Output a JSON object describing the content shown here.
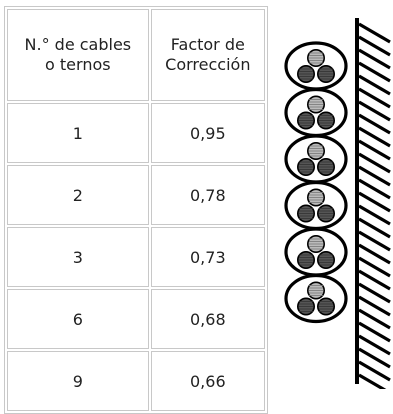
{
  "table": {
    "headers": [
      "N.° de cables\no ternos",
      "Factor de\nCorrección"
    ],
    "header_cells": [
      {
        "line1": "N.° de cables",
        "line2": "o ternos"
      },
      {
        "line1": "Factor de",
        "line2": "Corrección"
      }
    ],
    "rows": [
      {
        "cables": "1",
        "factor": "0,95"
      },
      {
        "cables": "2",
        "factor": "0,78"
      },
      {
        "cables": "3",
        "factor": "0,73"
      },
      {
        "cables": "6",
        "factor": "0,68"
      },
      {
        "cables": "9",
        "factor": "0,66"
      }
    ]
  },
  "diagram": {
    "cable_count": 6,
    "wall_color": "#000000",
    "sheath_color": "#000000",
    "core_dark_color": "#555555",
    "core_light_color": "#bbbbbb"
  }
}
